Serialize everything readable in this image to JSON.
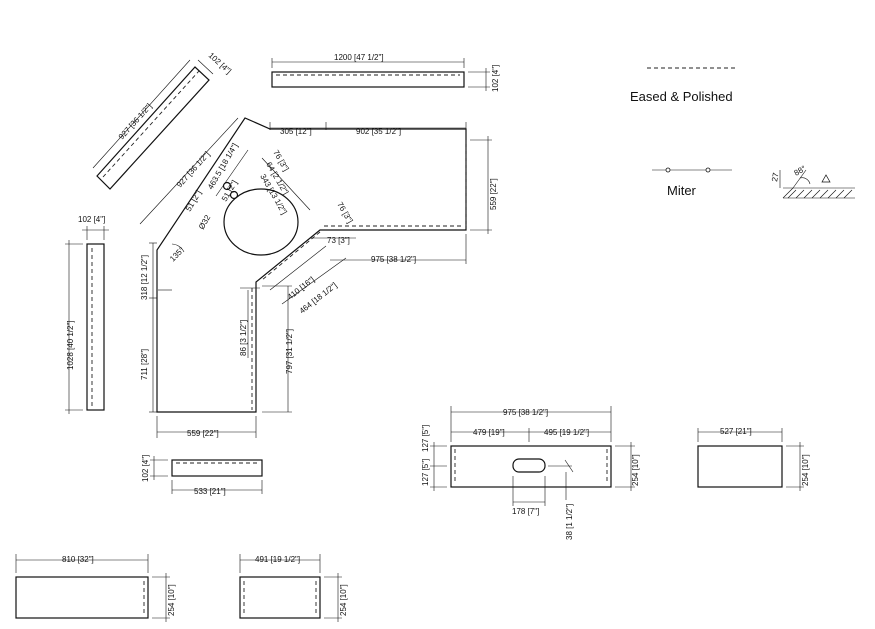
{
  "legend": {
    "eased_polished": "Eased & Polished",
    "miter": "Miter",
    "miter_height": "27",
    "miter_angle": "88°"
  },
  "dims": {
    "d1200": "1200 [47 1/2\"]",
    "d102_top": "102 [4\"]",
    "d927_strip": "927 [36 1/2\"]",
    "d102_strip": "102 [4\"]",
    "d305": "305 [12\"]",
    "d902": "902 [35 1/2\"]",
    "d559_right": "559 [22\"]",
    "d927_main": "927 [36 1/2\"]",
    "d463": "463.5 [18 1/4\"]",
    "d51a": "51 [2\"]",
    "d51b": "51 [2\"]",
    "d76a": "76 [3\"]",
    "d64": "64 [2 1/2\"]",
    "d343": "343 [13 1/2\"]",
    "d76b": "76 [3\"]",
    "d73": "73 [3\"]",
    "d975_main": "975 [38 1/2\"]",
    "d410": "410 [16\"]",
    "d464": "464 [18 1/2\"]",
    "d318": "318 [12 1/2\"]",
    "d711": "711 [28\"]",
    "d86": "86 [3 1/2\"]",
    "d797": "797 [31 1/2\"]",
    "d559_bottom": "559 [22\"]",
    "angle135": "135°",
    "hole": "Ø32",
    "d102_left": "102 [4\"]",
    "d1028": "1028 [40 1/2\"]",
    "d102_small": "102 [4\"]",
    "d533": "533 [21\"]",
    "d975_back": "975 [38 1/2\"]",
    "d479": "479 [19\"]",
    "d495": "495 [19 1/2\"]",
    "d127a": "127 [5\"]",
    "d127b": "127 [5\"]",
    "d254_back": "254 [10\"]",
    "d178": "178 [7\"]",
    "d38": "38 [1 1/2\"]",
    "d527": "527 [21\"]",
    "d254_527": "254 [10\"]",
    "d810": "810 [32\"]",
    "d254_810": "254 [10\"]",
    "d491": "491 [19 1/2\"]",
    "d254_491": "254 [10\"]"
  }
}
